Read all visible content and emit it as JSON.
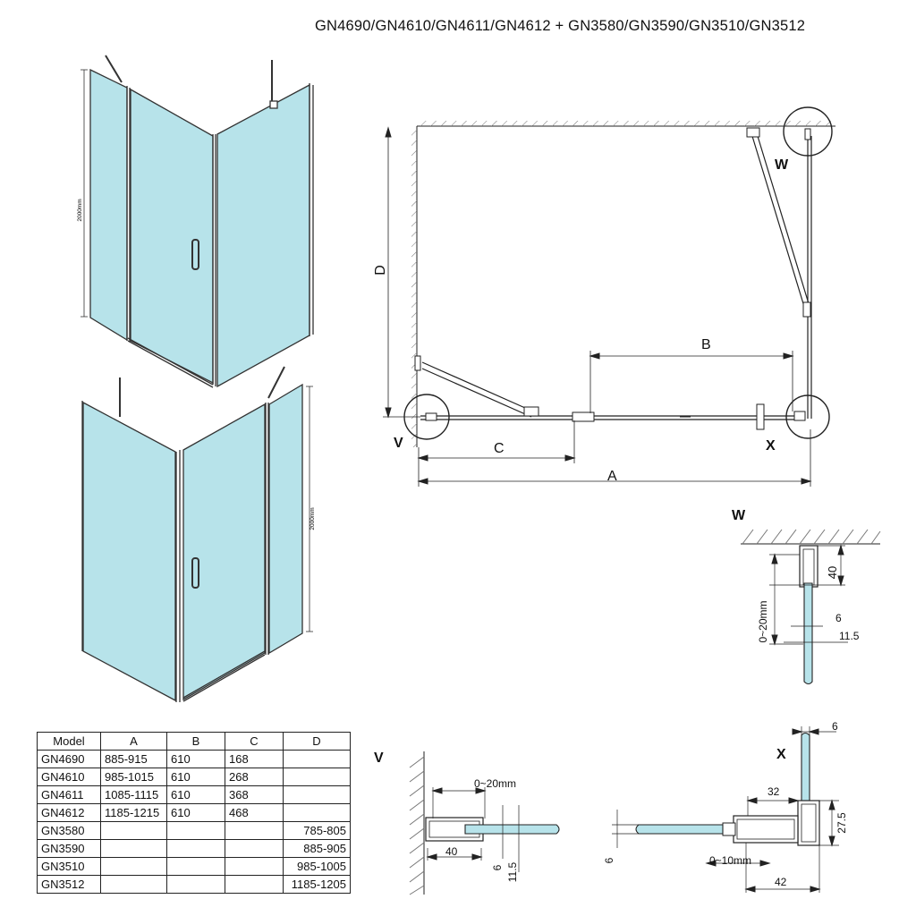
{
  "title": "GN4690/GN4610/GN4611/GN4612 + GN3580/GN3590/GN3510/GN3512",
  "colors": {
    "glass": "#b7e3ea",
    "glass_edge": "#4a4a4a",
    "line": "#222222",
    "hatch": "#777777"
  },
  "perspective_views": {
    "height_label_top": "2000mm",
    "height_label_bottom": "2000mm"
  },
  "plan": {
    "dim_a": "A",
    "dim_b": "B",
    "dim_c": "C",
    "dim_d": "D",
    "detail_v": "V",
    "detail_w": "W",
    "detail_x": "X"
  },
  "detail_w": {
    "label": "W",
    "dim_40": "40",
    "dim_range": "0~20mm",
    "dim_6": "6",
    "dim_11_5": "11.5"
  },
  "detail_v": {
    "label": "V",
    "dim_range": "0~20mm",
    "dim_40": "40",
    "dim_6": "6",
    "dim_11_5": "11.5"
  },
  "detail_x": {
    "label": "X",
    "dim_6_top": "6",
    "dim_32": "32",
    "dim_27_5": "27.5",
    "dim_6_left": "6",
    "dim_range": "0~10mm",
    "dim_42": "42"
  },
  "table": {
    "headers": [
      "Model",
      "A",
      "B",
      "C",
      "D"
    ],
    "rows": [
      [
        "GN4690",
        "885-915",
        "610",
        "168",
        ""
      ],
      [
        "GN4610",
        "985-1015",
        "610",
        "268",
        ""
      ],
      [
        "GN4611",
        "1085-1115",
        "610",
        "368",
        ""
      ],
      [
        "GN4612",
        "1185-1215",
        "610",
        "468",
        ""
      ],
      [
        "GN3580",
        "",
        "",
        "",
        "785-805"
      ],
      [
        "GN3590",
        "",
        "",
        "",
        "885-905"
      ],
      [
        "GN3510",
        "",
        "",
        "",
        "985-1005"
      ],
      [
        "GN3512",
        "",
        "",
        "",
        "1185-1205"
      ]
    ]
  }
}
